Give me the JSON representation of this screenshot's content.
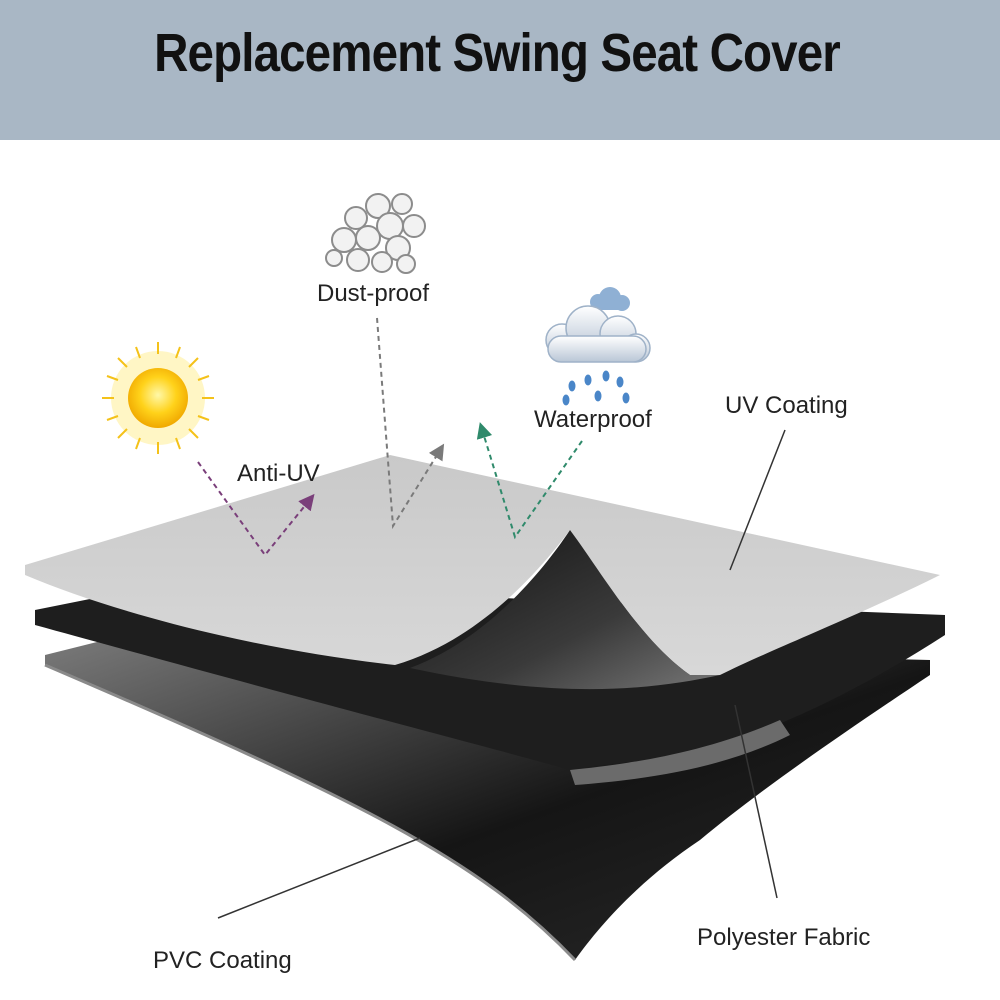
{
  "title": "Replacement Swing Seat Cover",
  "colors": {
    "header_background": "#a9b7c5",
    "top_layer": "#d2d2d2",
    "middle_layer": "#1f1f1f",
    "bottom_layer": "#5a5a5a",
    "anti_uv_arrow": "#7a3f7a",
    "dust_arrow": "#7a7a7a",
    "water_arrow": "#2f8a6b"
  },
  "icons": {
    "sun": "sun-icon",
    "dust": "dust-cloud-icon",
    "rain": "rain-cloud-icon"
  },
  "labels": {
    "dust_proof": "Dust-proof",
    "waterproof": "Waterproof",
    "anti_uv": "Anti-UV",
    "uv_coating": "UV Coating",
    "polyester_fabric": "Polyester Fabric",
    "pvc_coating": "PVC Coating"
  }
}
